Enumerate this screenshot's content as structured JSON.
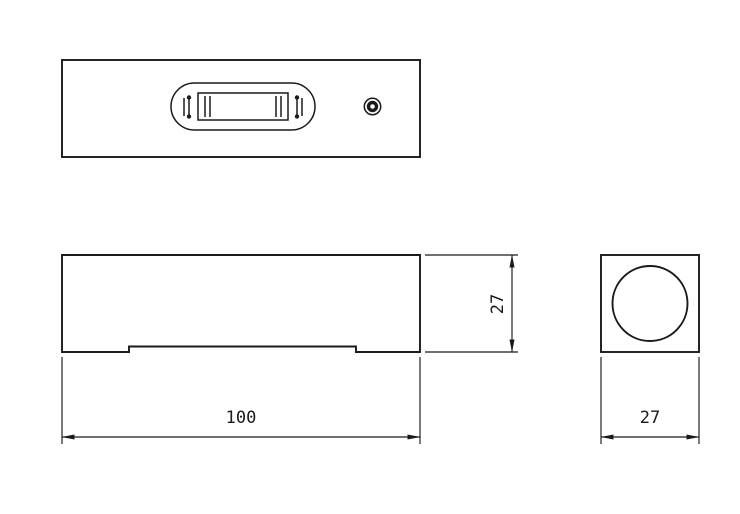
{
  "drawing": {
    "ink_color": "#1a1a1a",
    "background_color": "#ffffff",
    "dimensions": {
      "front_width": "100",
      "front_height": "27",
      "side_width": "27"
    }
  }
}
